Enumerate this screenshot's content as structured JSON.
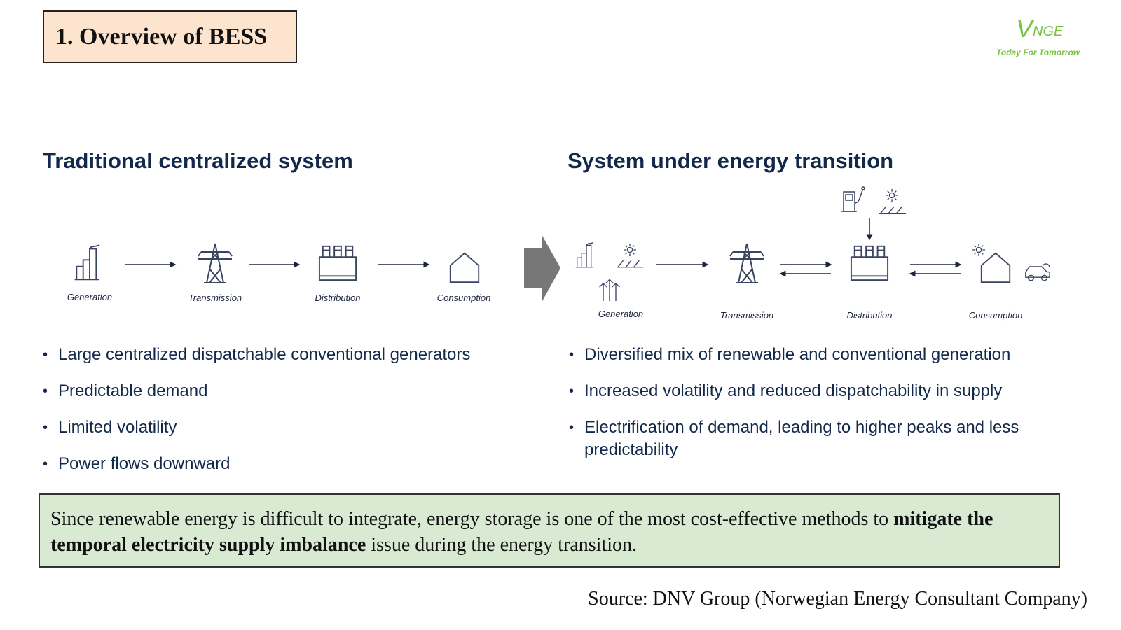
{
  "title": "1. Overview of BESS",
  "logo": {
    "mark": "V",
    "name": "NGE",
    "tagline": "Today For Tomorrow",
    "color": "#7cc242"
  },
  "left": {
    "heading": "Traditional centralized system",
    "stages": [
      "Generation",
      "Transmission",
      "Distribution",
      "Consumption"
    ],
    "bullets": [
      "Large centralized dispatchable conventional generators",
      "Predictable demand",
      "Limited volatility",
      "Power flows downward"
    ]
  },
  "right": {
    "heading": "System under energy transition",
    "stages": [
      "Generation",
      "Transmission",
      "Distribution",
      "Consumption"
    ],
    "bullets": [
      "Diversified mix of renewable and conventional generation",
      "Increased volatility and reduced dispatchability in supply",
      "Electrification of demand, leading to higher peaks and less predictability"
    ]
  },
  "note": {
    "text_before": "Since renewable energy is difficult to integrate, energy storage is one of the most cost-effective methods to ",
    "bold": "mitigate the temporal electricity supply imbalance",
    "text_after": " issue during the energy transition."
  },
  "source": "Source: DNV Group (Norwegian Energy Consultant Company)"
}
